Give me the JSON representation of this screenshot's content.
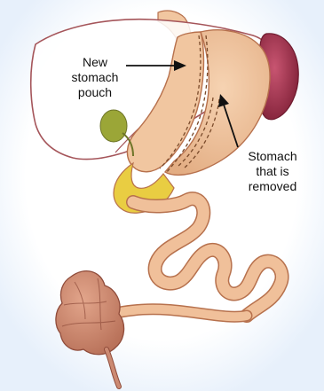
{
  "labels": {
    "new_pouch": [
      "New",
      "stomach",
      "pouch"
    ],
    "removed": [
      "Stomach",
      "that is",
      "removed"
    ]
  },
  "colors": {
    "background_glow": "#e7f0fb",
    "liver": "#ffffff",
    "liver_outline": "#a5555a",
    "stomach": "#f1c6a0",
    "stomach_shade": "#e0a57a",
    "intestine": "#f0c09a",
    "intestine_outline": "#b7714d",
    "colon": "#cc8a72",
    "colon_outline": "#8f4b3a",
    "spleen": "#a6344f",
    "gallbladder": "#9ba637",
    "bile": "#e9cd42",
    "staple_line": "#7a4a2a",
    "arrow": "#111111"
  }
}
